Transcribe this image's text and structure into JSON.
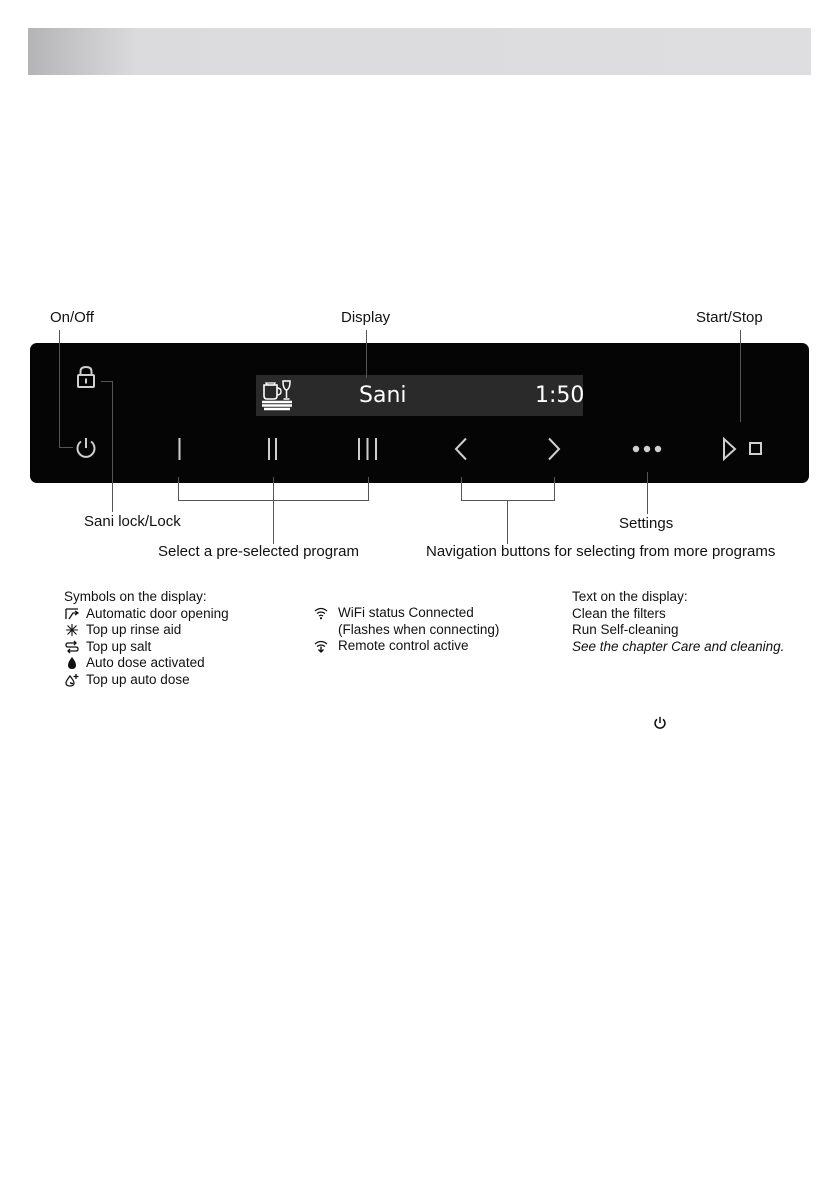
{
  "callouts": {
    "on_off": "On/Off",
    "display": "Display",
    "start_stop": "Start/Stop",
    "sani_lock": "Sani lock/Lock",
    "settings": "Settings",
    "preselected": "Select a pre-selected program",
    "navigation": "Navigation buttons for selecting from more programs"
  },
  "display": {
    "program": "Sani",
    "time": "1:50"
  },
  "symbols_section": {
    "title": "Symbols on the display:",
    "items": [
      {
        "icon": "auto-door-icon",
        "label": "Automatic door opening"
      },
      {
        "icon": "rinse-aid-icon",
        "label": "Top up rinse aid"
      },
      {
        "icon": "salt-icon",
        "label": "Top up salt"
      },
      {
        "icon": "drop-icon",
        "label": "Auto dose activated"
      },
      {
        "icon": "drop-plus-icon",
        "label": "Top up auto dose"
      }
    ]
  },
  "wifi_section": {
    "items": [
      {
        "icon": "wifi-icon",
        "label": "WiFi status Connected"
      },
      {
        "icon": "",
        "label": "(Flashes when connecting)"
      },
      {
        "icon": "remote-control-icon",
        "label": "Remote control active"
      }
    ]
  },
  "text_section": {
    "title": "Text on the display:",
    "lines": [
      "Clean the filters",
      "Run Self-cleaning"
    ],
    "note": "See the chapter Care and cleaning."
  },
  "colors": {
    "panel": "#050505",
    "display_bg": "#2a2a2a",
    "panel_icons": "#cfcfcf",
    "leader_lines": "#555555"
  }
}
